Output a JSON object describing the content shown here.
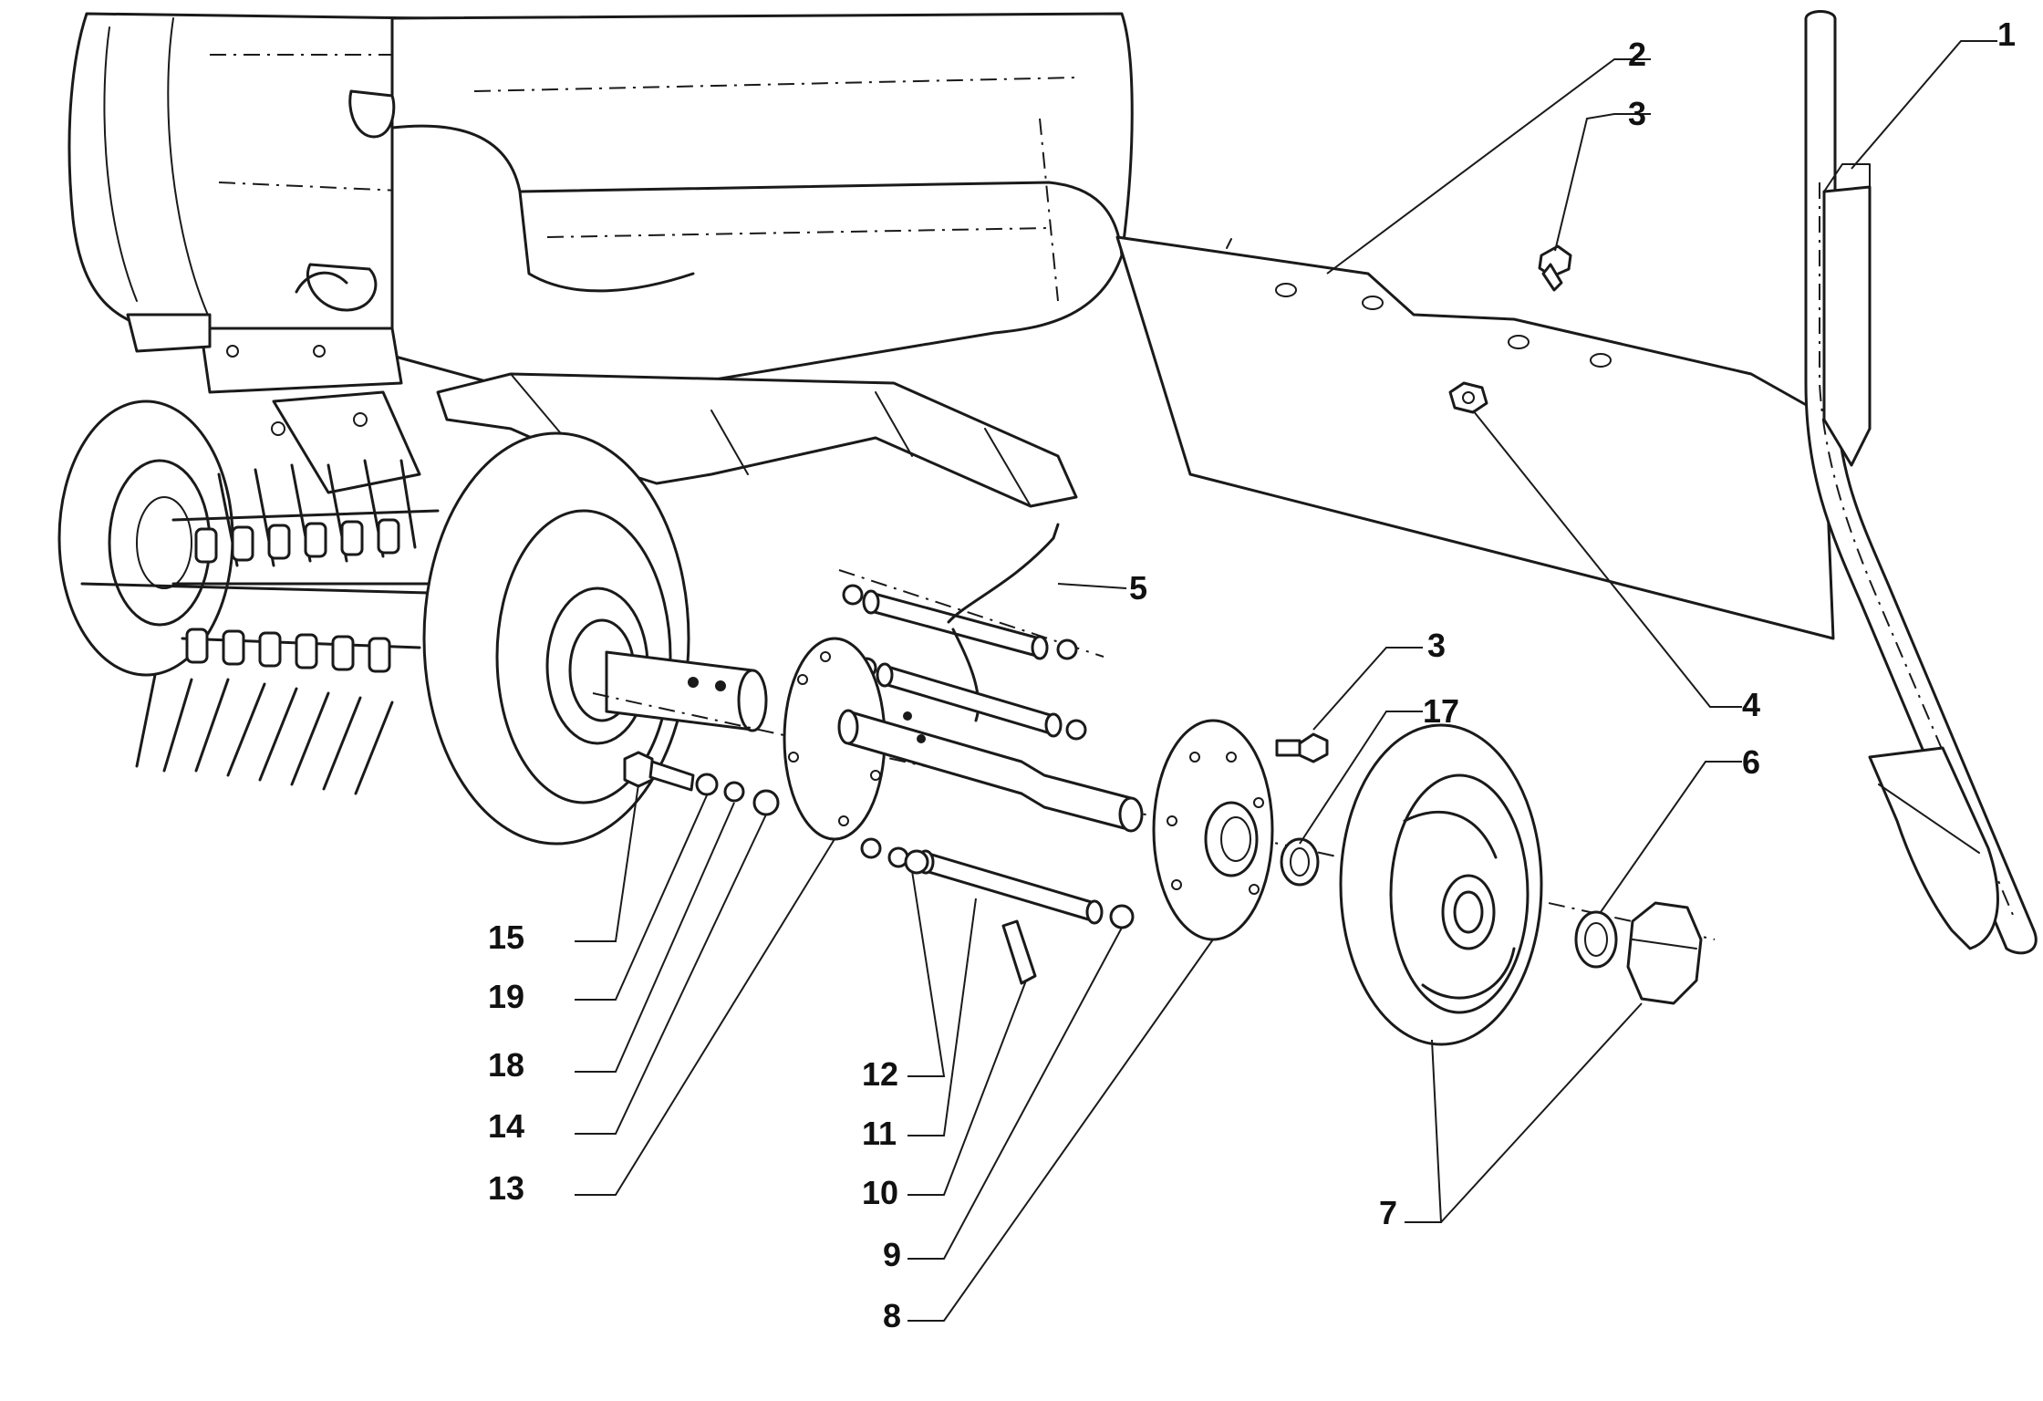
{
  "labels": {
    "l1": "1",
    "l2": "2",
    "l3a": "3",
    "l3b": "3",
    "l4": "4",
    "l5": "5",
    "l6": "6",
    "l7": "7",
    "l8": "8",
    "l9": "9",
    "l10": "10",
    "l11": "11",
    "l12": "12",
    "l13": "13",
    "l14": "14",
    "l15": "15",
    "l17": "17",
    "l18": "18",
    "l19": "19"
  },
  "colors": {
    "ink": "#1a1a1a",
    "background": "#ffffff"
  }
}
